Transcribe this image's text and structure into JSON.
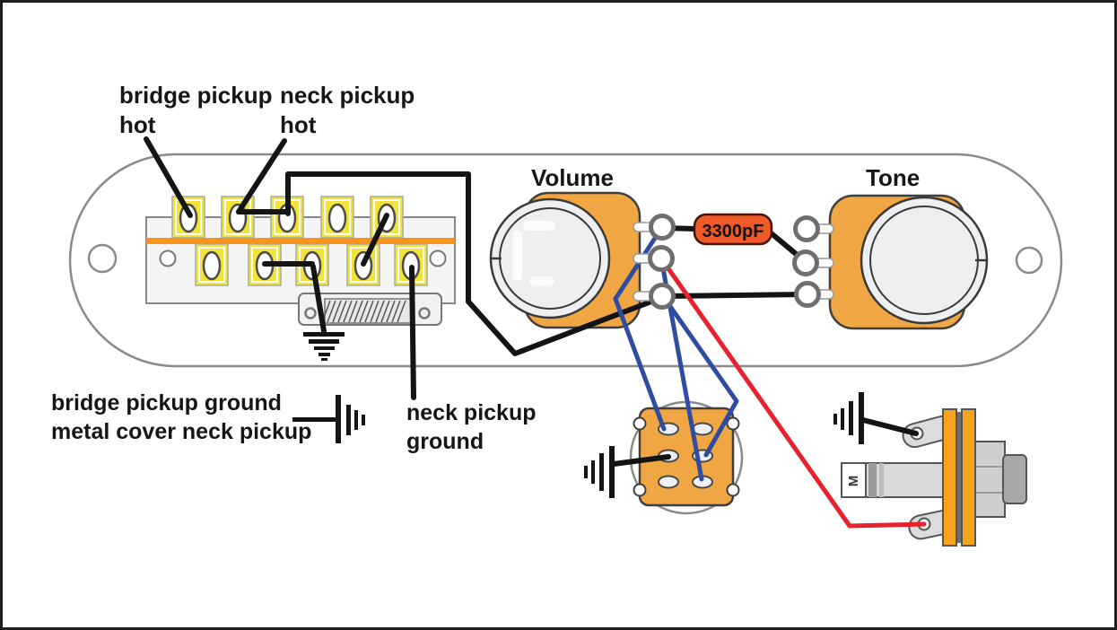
{
  "labels": {
    "bridge_pickup_hot_line1": "bridge pickup",
    "bridge_pickup_hot_line2": "hot",
    "neck_pickup_hot_line1": "neck pickup",
    "neck_pickup_hot_line2": "hot",
    "volume": "Volume",
    "tone": "Tone",
    "capacitor_value": "3300pF",
    "bridge_ground_line1": "bridge pickup ground",
    "bridge_ground_line2": "metal cover neck pickup",
    "neck_ground_line1": "neck pickup",
    "neck_ground_line2": "ground",
    "jack_marking": "M"
  },
  "colors": {
    "pot_body_orange": "#F0A643",
    "capacitor_orange": "#F05A28",
    "capacitor_border": "#43150a",
    "lug_yellow": "#F2E33A",
    "switch_stripe_orange": "#F7941D",
    "jack_washer_orange": "#F7A41D",
    "wire_black": "#141414",
    "wire_blue": "#2F4DA0",
    "wire_red": "#E8212E",
    "plate_outline_gray": "#8a8a8a",
    "knob_fill": "#EDEFF1",
    "text_color": "#161616"
  }
}
